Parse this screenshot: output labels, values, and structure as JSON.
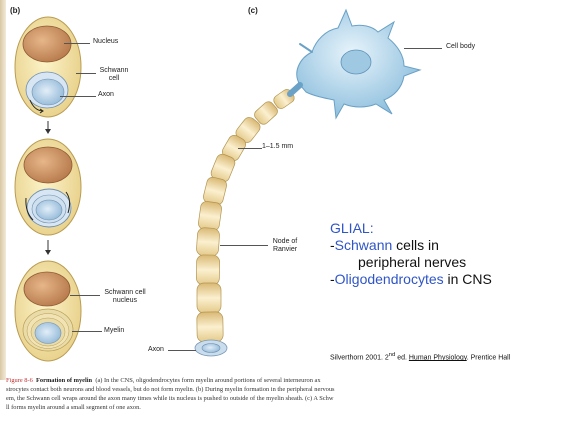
{
  "panels": {
    "b": "(b)",
    "c": "(c)"
  },
  "labels": {
    "nucleus": "Nucleus",
    "schwann_cell": "Schwann\ncell",
    "axon_top": "Axon",
    "cell_body": "Cell body",
    "scale": "1–1.5 mm",
    "node_of_ranvier": "Node of\nRanvier",
    "schwann_cell_nucleus": "Schwann cell\nnucleus",
    "myelin": "Myelin",
    "axon_bottom": "Axon"
  },
  "glial": {
    "title": "GLIAL:",
    "line1_prefix": "-",
    "line1_highlight": "Schwann",
    "line1_rest": " cells in",
    "line2": "peripheral nerves",
    "line3_prefix": "-",
    "line3_highlight": "Oligodendrocytes",
    "line3_rest": " in CNS"
  },
  "citation": {
    "prefix": "Silverthorn 2001. 2",
    "sup": "nd",
    "middle": " ed. ",
    "book": "Human Physiology",
    "suffix": ". Prentice Hall"
  },
  "caption": {
    "fig": "Figure 8-6",
    "title": "Formation of myelin",
    "line1": "(a) In the CNS, oligodendrocytes form myelin around portions of several interneuron ax",
    "line2": "strocytes contact both neurons and blood vessels, but do not form myelin. (b) During myelin formation in the peripheral nervous",
    "line3": "em, the Schwann cell wraps around the axon many times while its nucleus is pushed to outside of the myelin sheath. (c) A Schw",
    "line4": "ll forms myelin around a small segment of one axon."
  },
  "colors": {
    "glial_highlight": "#2f55c6",
    "cell_fill": "#f3e6a6",
    "nucleus_fill": "#d4a070",
    "axon_fill": "#bcd6ea",
    "myelin_fill": "#f4e2b4",
    "cell_body_fill": "#bcdcee"
  }
}
